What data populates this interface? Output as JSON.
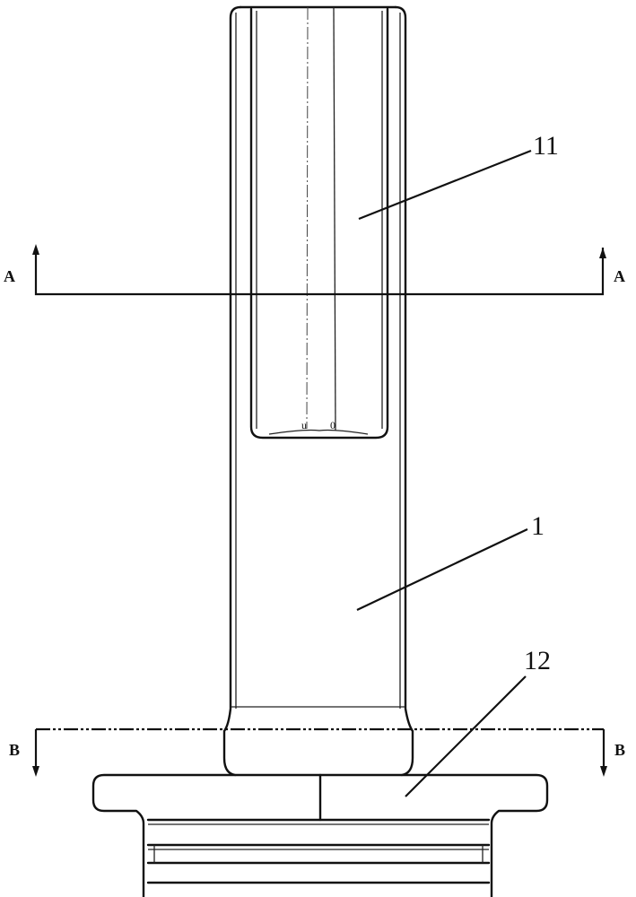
{
  "labels": {
    "part_11": "11",
    "part_1": "1",
    "part_12": "12"
  },
  "sections": {
    "a_left": "A",
    "a_right": "A",
    "b_left": "B",
    "b_right": "B"
  },
  "notes": {
    "small_mark_1": "u",
    "small_mark_2": "0"
  }
}
